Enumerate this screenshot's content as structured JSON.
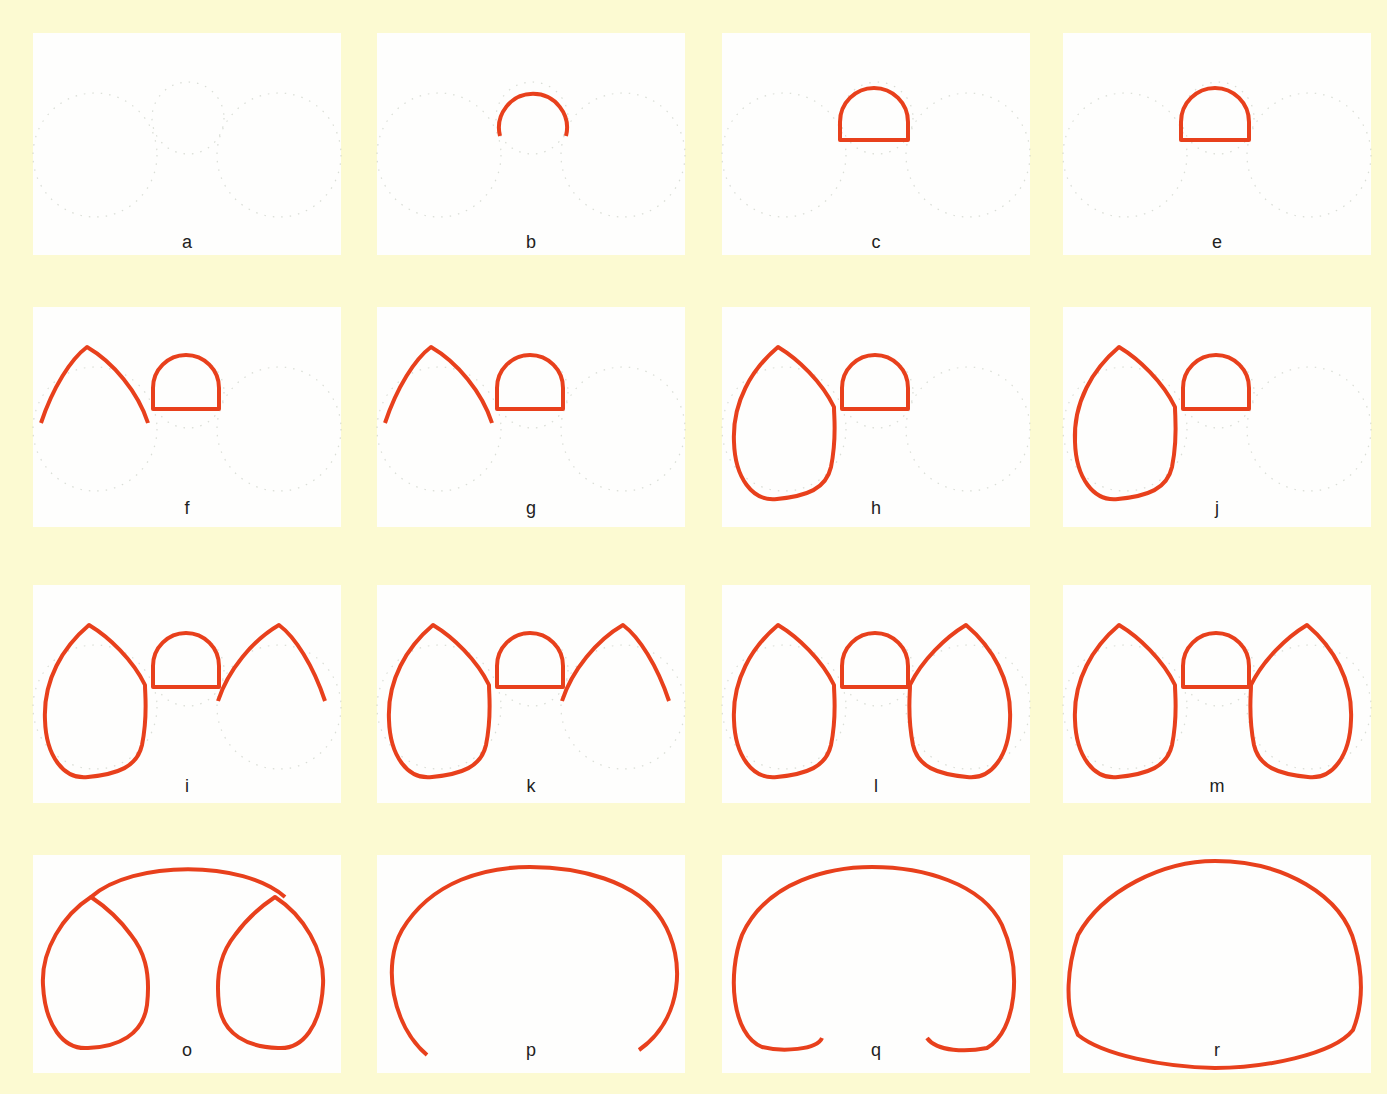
{
  "diagram": {
    "labels": [
      "a",
      "b",
      "c",
      "e",
      "f",
      "g",
      "h",
      "j",
      "i",
      "k",
      "l",
      "m",
      "o",
      "p",
      "q",
      "r"
    ]
  }
}
